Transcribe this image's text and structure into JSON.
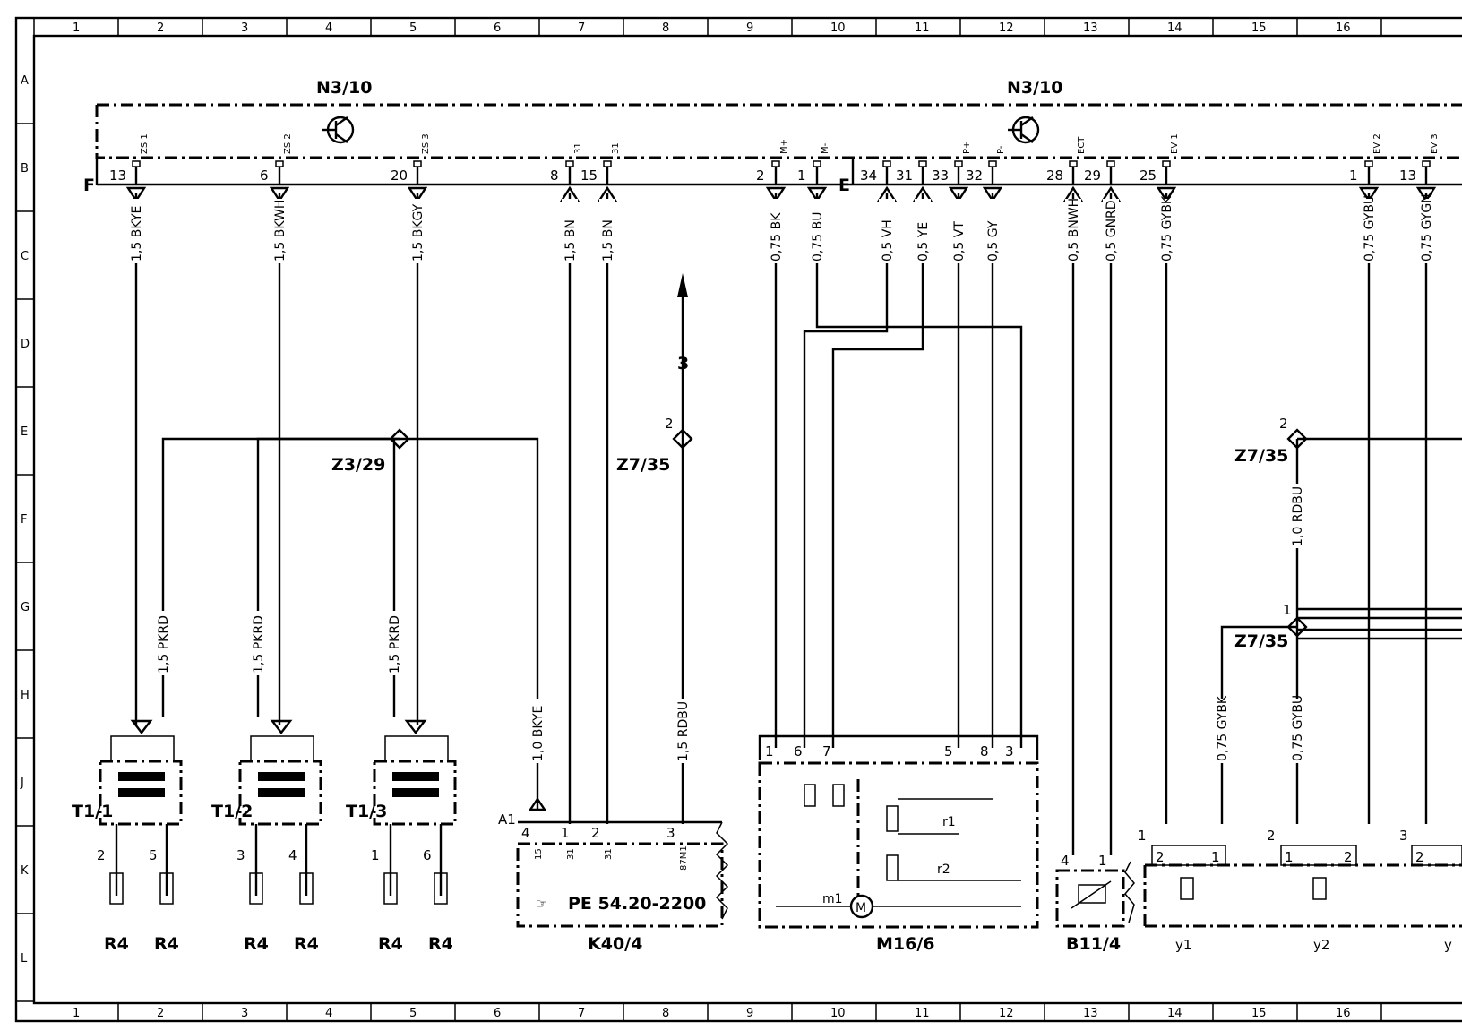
{
  "grid": {
    "columns": [
      "1",
      "2",
      "3",
      "4",
      "5",
      "6",
      "7",
      "8",
      "9",
      "10",
      "11",
      "12",
      "13",
      "14",
      "15",
      "16"
    ],
    "rows": [
      "A",
      "B",
      "C",
      "D",
      "E",
      "F",
      "G",
      "H",
      "J",
      "K",
      "L"
    ]
  },
  "control_unit": {
    "label_left": "N3/10",
    "label_right": "N3/10",
    "connector_left": "F",
    "connector_right": "E"
  },
  "pins_top": [
    {
      "num": "13",
      "name": "ZS 1"
    },
    {
      "num": "6",
      "name": "ZS 2"
    },
    {
      "num": "20",
      "name": "ZS 3"
    },
    {
      "num": "8",
      "name": "31"
    },
    {
      "num": "15",
      "name": "31"
    },
    {
      "num": "2",
      "name": "M+"
    },
    {
      "num": "1",
      "name": "M-"
    },
    {
      "num": "34",
      "name": ""
    },
    {
      "num": "31",
      "name": ""
    },
    {
      "num": "33",
      "name": "P+"
    },
    {
      "num": "32",
      "name": "P-"
    },
    {
      "num": "28",
      "name": "ECT"
    },
    {
      "num": "29",
      "name": ""
    },
    {
      "num": "25",
      "name": "EV 1"
    },
    {
      "num": "1",
      "name": "EV 2"
    },
    {
      "num": "13",
      "name": "EV 3"
    }
  ],
  "wires": [
    "1,5 BKYE",
    "1,5 BKWH",
    "1,5 BKGY",
    "1,5 BN",
    "1,5 BN",
    "0,75 BK",
    "0,75 BU",
    "0,5 VH",
    "0,5 YE",
    "0,5 VT",
    "0,5 GY",
    "0,5 BNWH",
    "0,5 GNRD",
    "0,75 GYBK",
    "0,75 GYBU",
    "0,75 GYGN",
    "1,5 PKRD",
    "1,5 PKRD",
    "1,5 PKRD",
    "1,0 BKYE",
    "1,5 RDBU",
    "1,0 RDBU",
    "0,75 GYBK",
    "0,75 GYBU"
  ],
  "splices": {
    "z3_29": "Z3/29",
    "z7_35_a": "Z7/35",
    "z7_35_a_pin": "2",
    "z7_35_b": "Z7/35",
    "z7_35_b_pin": "2",
    "z7_35_c": "Z7/35",
    "z7_35_c_pin": "1"
  },
  "arrow_ref": "3",
  "coils": [
    {
      "name": "T1/1",
      "pin_a": "2",
      "pin_b": "5",
      "plug_a": "R4",
      "plug_b": "R4"
    },
    {
      "name": "T1/2",
      "pin_a": "3",
      "pin_b": "4",
      "plug_a": "R4",
      "plug_b": "R4"
    },
    {
      "name": "T1/3",
      "pin_a": "1",
      "pin_b": "6",
      "plug_a": "R4",
      "plug_b": "R4"
    }
  ],
  "relay": {
    "name": "K40/4",
    "connector": "A1",
    "ref": "PE  54.20-2200",
    "pins": [
      "4",
      "1",
      "2",
      "3"
    ],
    "pin_names": [
      "15",
      "31",
      "31",
      "87M1"
    ]
  },
  "throttle": {
    "name": "M16/6",
    "pins": [
      "1",
      "6",
      "7",
      "5",
      "8",
      "3"
    ],
    "r1": "r1",
    "r2": "r2",
    "m1": "m1",
    "motor": "M"
  },
  "sensor": {
    "name": "B11/4",
    "pins": [
      "4",
      "1"
    ]
  },
  "valves": [
    {
      "name": "y1",
      "group": "1",
      "pins": [
        "2",
        "1"
      ]
    },
    {
      "name": "y2",
      "group": "2",
      "pins": [
        "1",
        "2"
      ]
    },
    {
      "name": "y",
      "group": "3",
      "pins": [
        "2"
      ]
    }
  ]
}
